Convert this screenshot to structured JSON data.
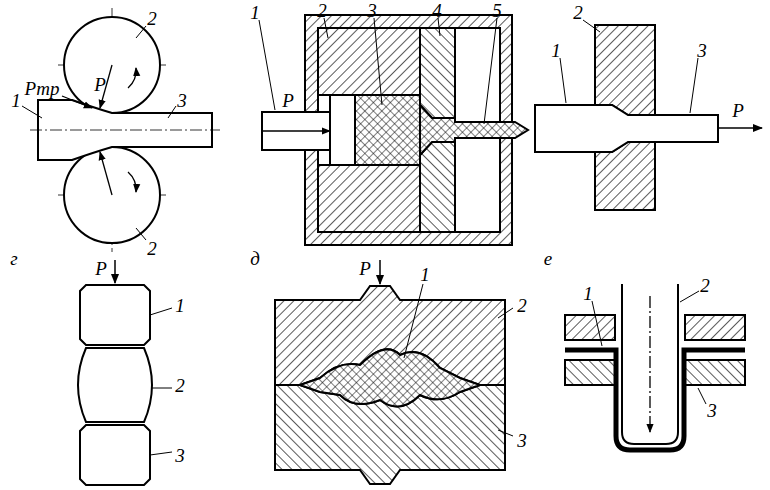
{
  "diagram": {
    "labels": [
      "2",
      "P",
      "Pтр",
      "1",
      "3",
      "2",
      "1",
      "2",
      "3",
      "4",
      "5",
      "P",
      "2",
      "1",
      "3",
      "P",
      "г",
      "P",
      "1",
      "2",
      "3",
      "д",
      "P",
      "1",
      "2",
      "3",
      "е",
      "1",
      "2",
      "3"
    ]
  }
}
